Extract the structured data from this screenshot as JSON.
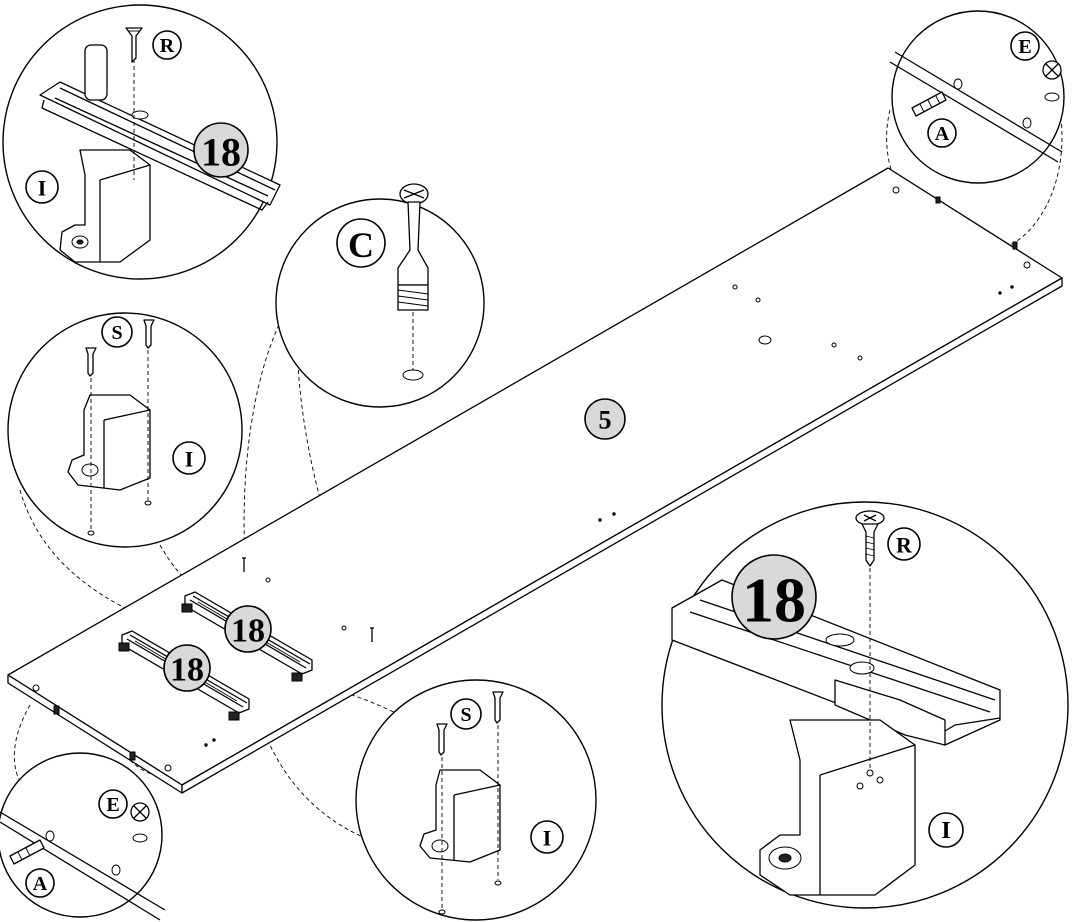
{
  "panel_label": "5",
  "labels": {
    "rail": "18",
    "bracket": "I",
    "screw_r": "R",
    "screw_s": "S",
    "cam_bolt": "C",
    "cam_lock": "E",
    "dowel": "A"
  }
}
